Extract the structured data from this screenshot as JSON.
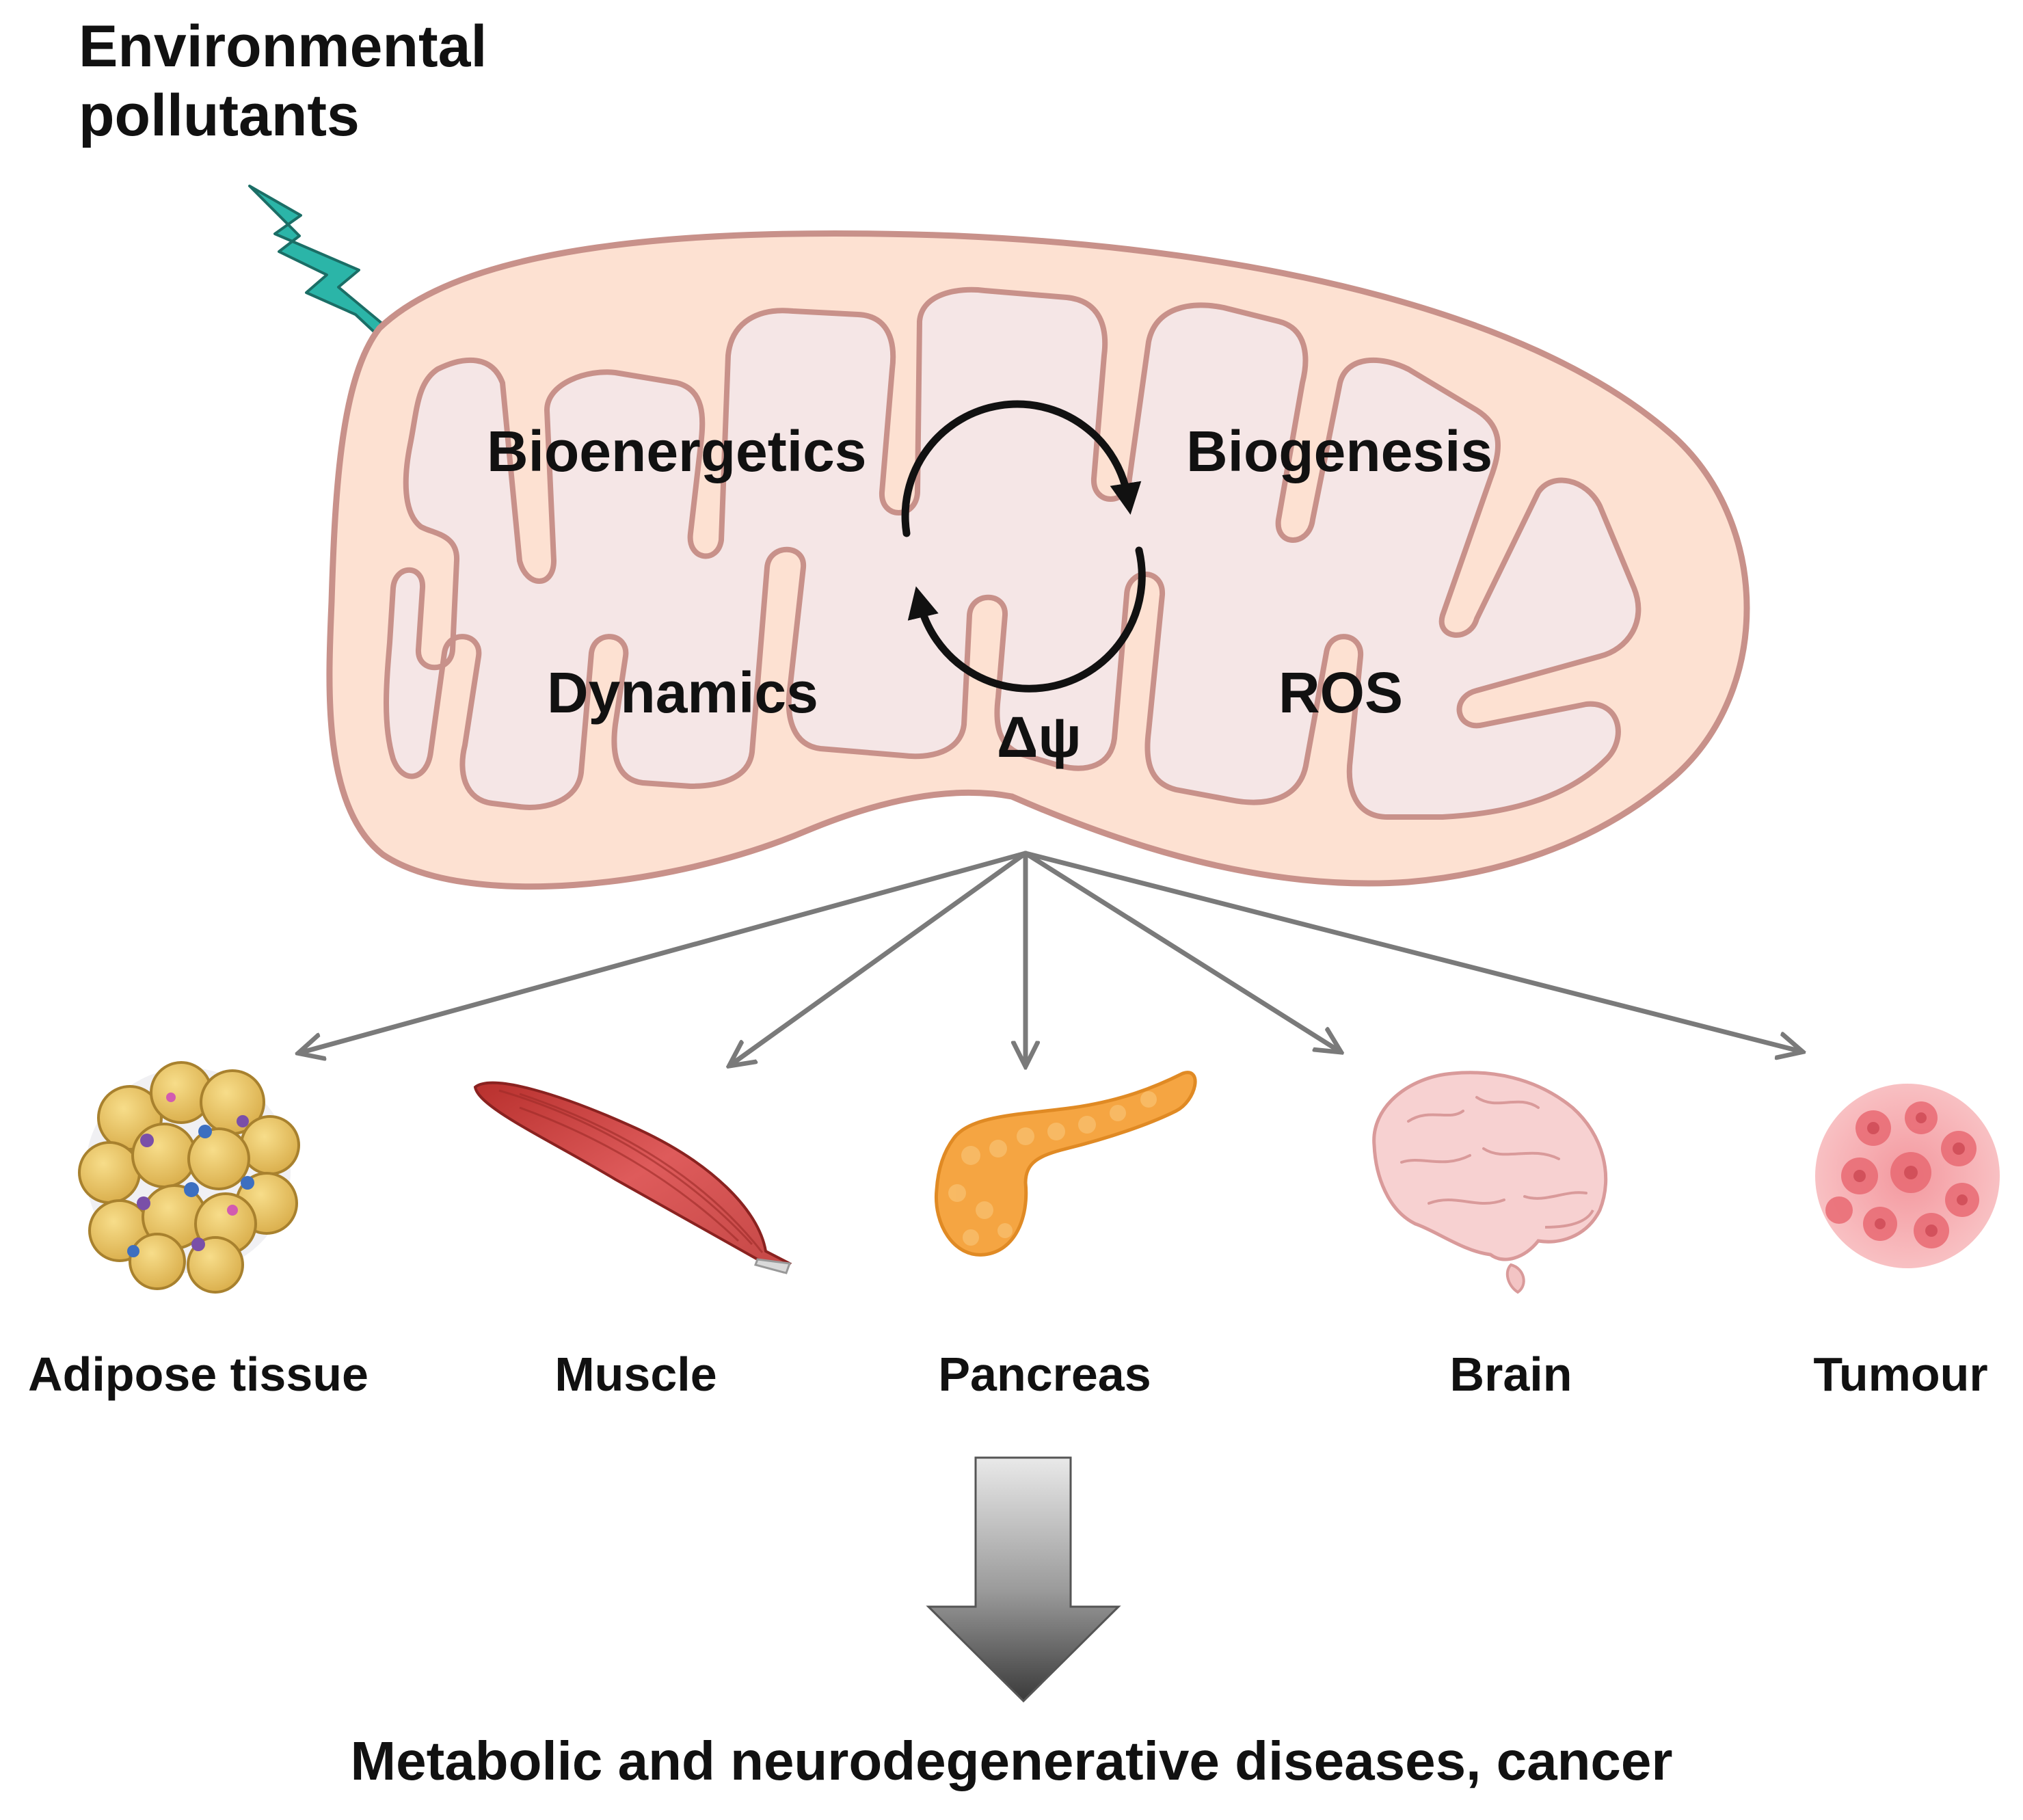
{
  "stressor": {
    "label": "Environmental pollutants",
    "bolt_color": "#2bb5a8"
  },
  "mitochondrion": {
    "processes": [
      "Bioenergetics",
      "Biogenesis",
      "Dynamics",
      "ROS"
    ],
    "potential_symbol": "Δψ",
    "outer_color": "#fde1d2",
    "membrane_color": "#c8918a",
    "inner_color": "#f5e6e6"
  },
  "targets": [
    {
      "label": "Adipose tissue",
      "icon": "adipose-tissue-icon"
    },
    {
      "label": "Muscle",
      "icon": "muscle-icon"
    },
    {
      "label": "Pancreas",
      "icon": "pancreas-icon"
    },
    {
      "label": "Brain",
      "icon": "brain-icon"
    },
    {
      "label": "Tumour",
      "icon": "tumour-icon"
    }
  ],
  "outcome": {
    "label": "Metabolic and neurodegenerative diseases, cancer"
  }
}
